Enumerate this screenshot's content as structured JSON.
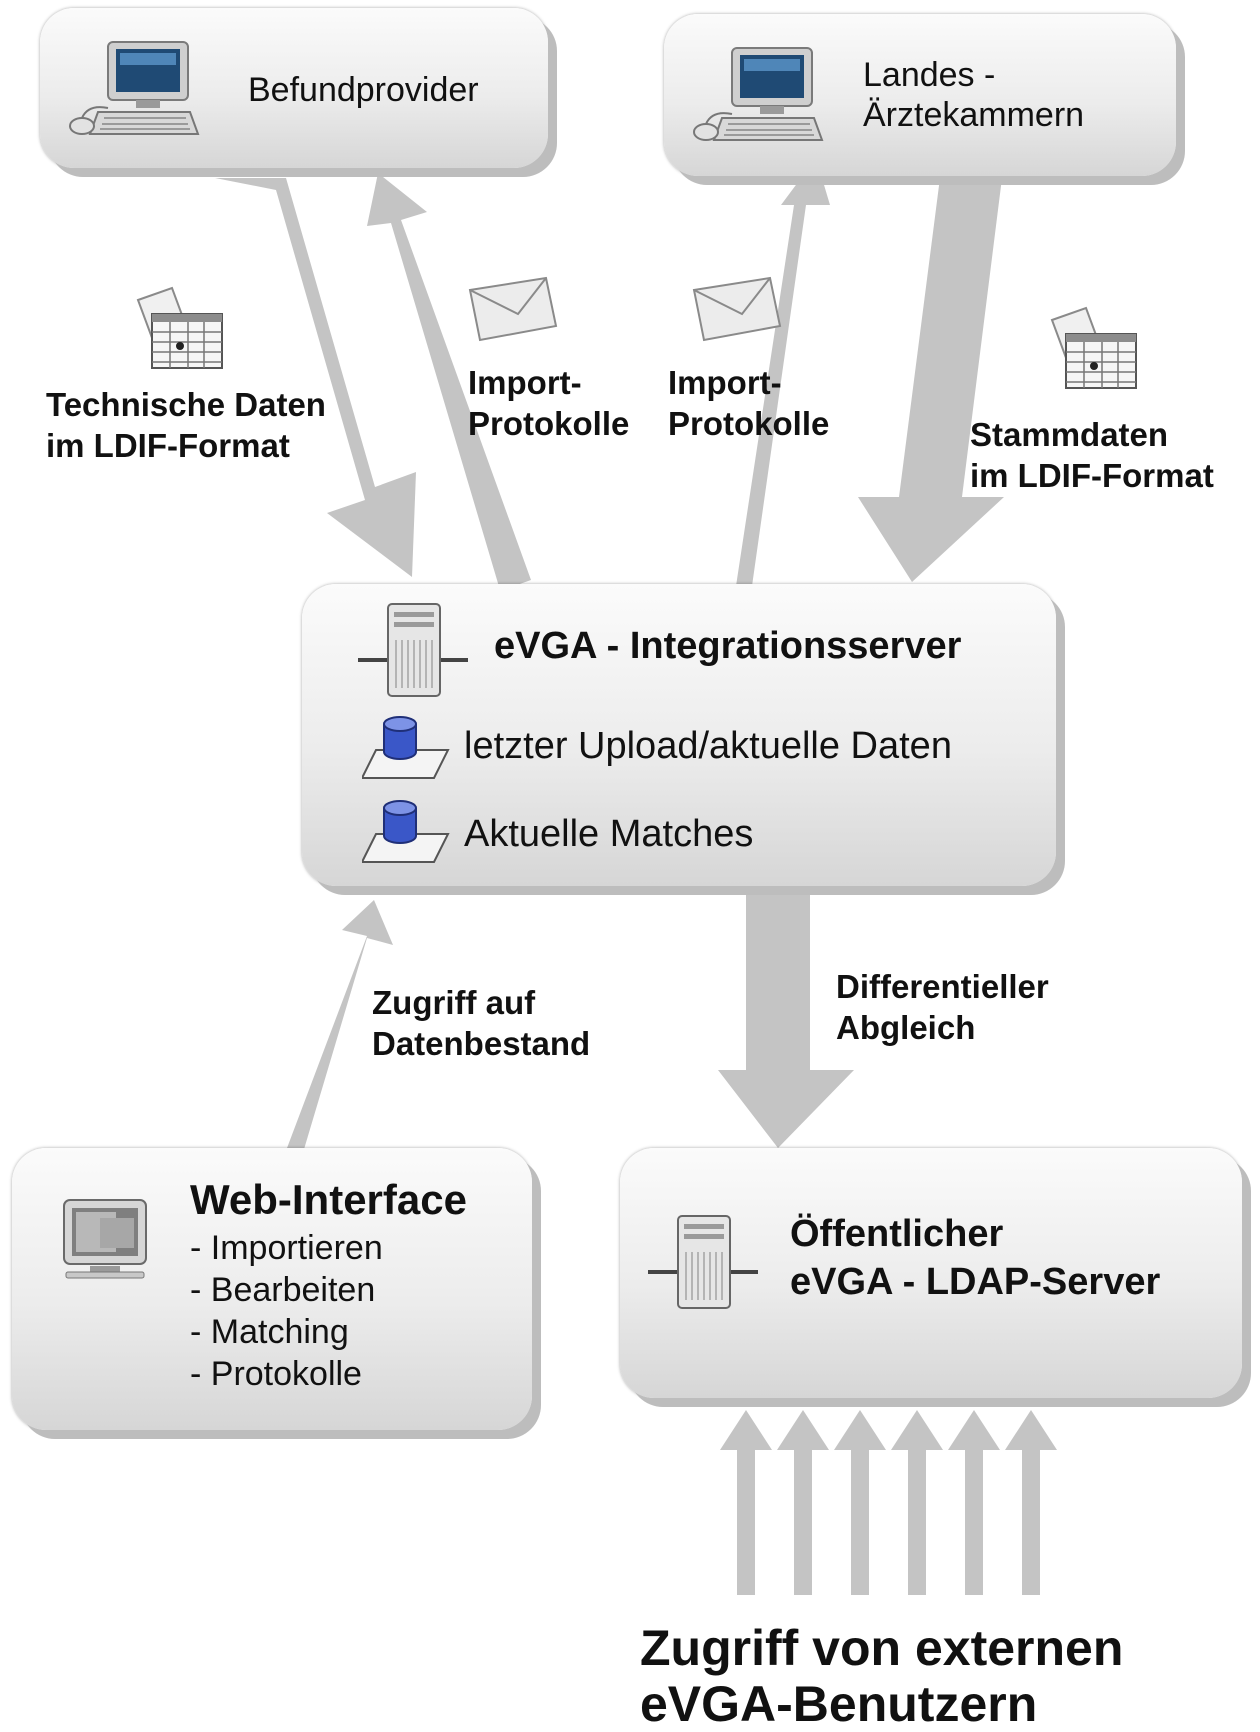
{
  "nodes": {
    "befundprovider": {
      "label": "Befundprovider"
    },
    "aerztekammern": {
      "label": "Landes -\nÄrztekammern"
    },
    "integration": {
      "title": "eVGA - Integrationsserver",
      "items": [
        "letzter Upload/aktuelle Daten",
        "Aktuelle Matches"
      ]
    },
    "webinterface": {
      "title": "Web-Interface",
      "items": [
        "- Importieren",
        "- Bearbeiten",
        "- Matching",
        "- Protokolle"
      ]
    },
    "ldap": {
      "label": "Öffentlicher\neVGA - LDAP-Server"
    }
  },
  "edges": {
    "technische_daten": "Technische Daten\nim LDIF-Format",
    "import_protokolle_left": "Import-\nProtokolle",
    "import_protokolle_right": "Import-\nProtokolle",
    "stammdaten": "Stammdaten\nim LDIF-Format",
    "zugriff_datenbestand": "Zugriff auf\nDatenbestand",
    "differentieller_abgleich": "Differentieller\nAbgleich"
  },
  "footer": {
    "label": "Zugriff von externen\neVGA-Benutzern"
  },
  "colors": {
    "arrow": "#c4c4c4",
    "db_blue": "#3a57c8"
  }
}
